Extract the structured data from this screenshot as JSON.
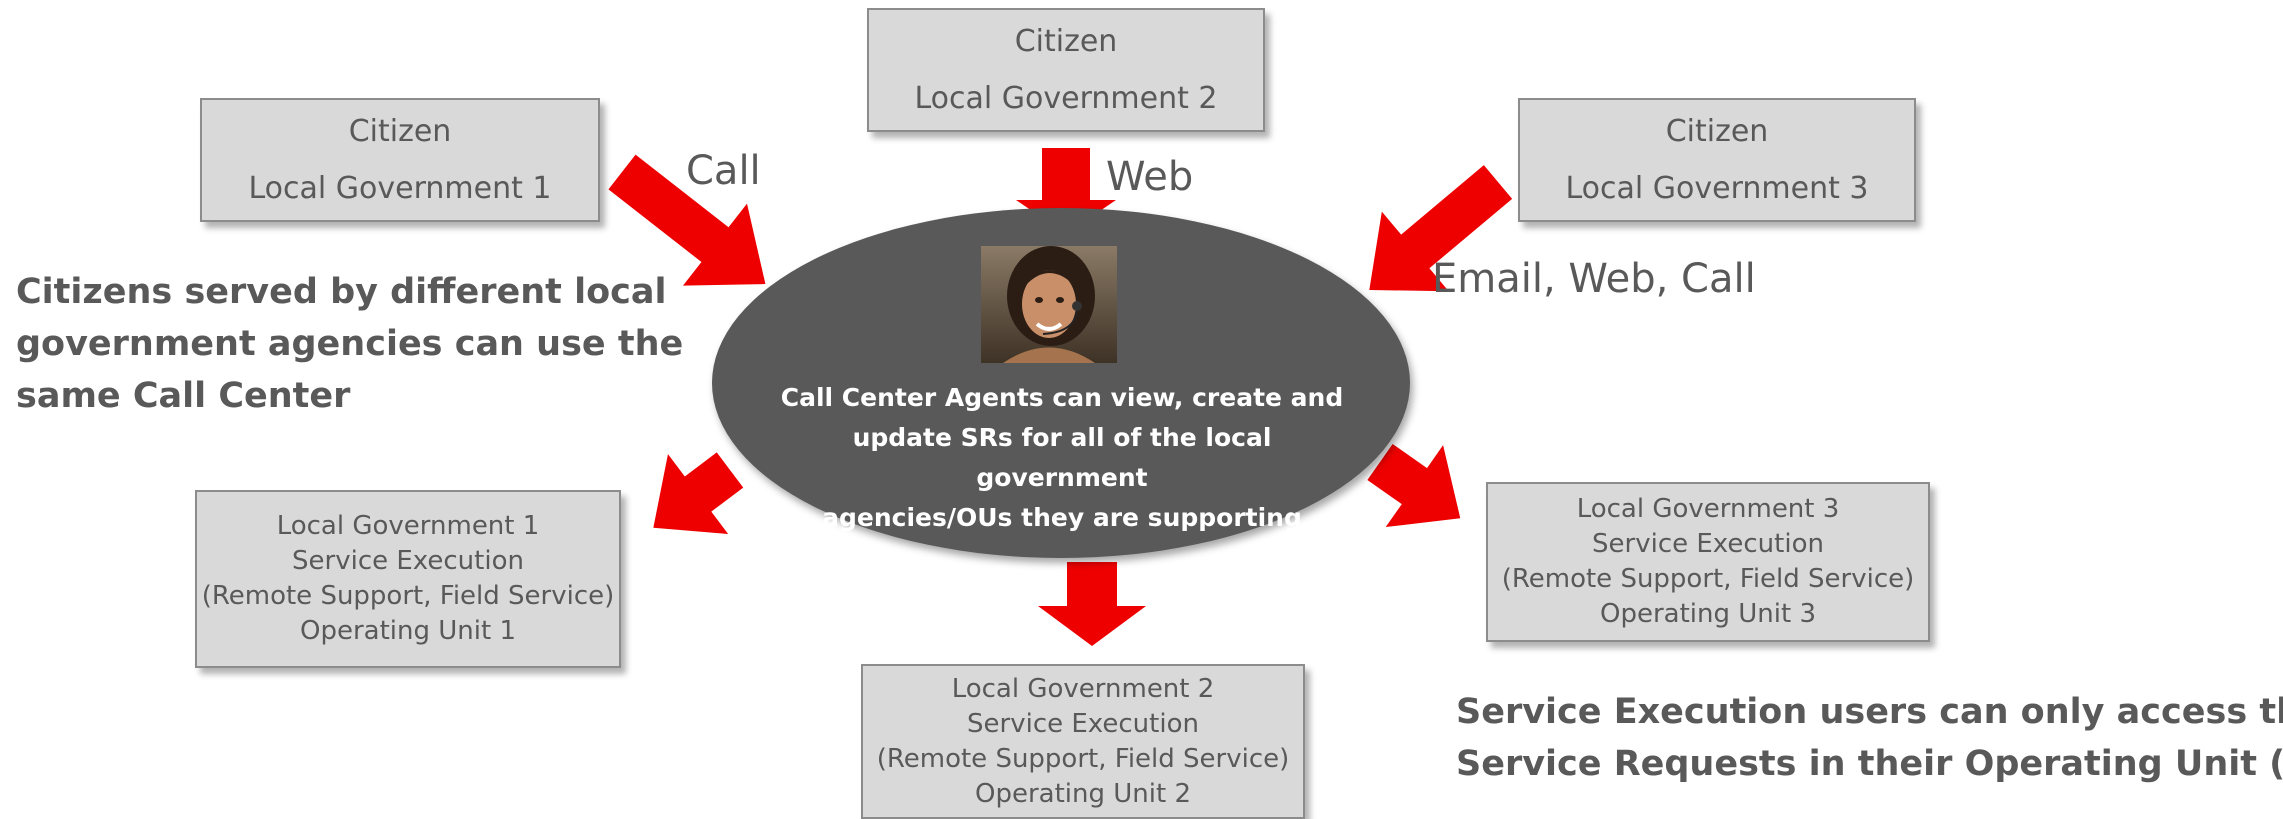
{
  "citizen_boxes": [
    {
      "line1": "Citizen",
      "line2": "Local Government 1"
    },
    {
      "line1": "Citizen",
      "line2": "Local Government 2"
    },
    {
      "line1": "Citizen",
      "line2": "Local Government 3"
    }
  ],
  "channels": {
    "lg1": "Call",
    "lg2": "Web",
    "lg3": "Email, Web, Call"
  },
  "left_note": [
    "Citizens served by different local",
    "government agencies can use the",
    "same Call Center"
  ],
  "call_center": {
    "lines": [
      "Call Center Agents can view, create and",
      "update SRs for all of the local government",
      "agencies/OUs they are supporting"
    ]
  },
  "execution_boxes": [
    {
      "lines": [
        "Local Government 1",
        "Service Execution",
        "(Remote Support, Field Service)",
        "Operating Unit 1"
      ]
    },
    {
      "lines": [
        "Local Government 2",
        "Service Execution",
        "(Remote Support, Field Service)",
        "Operating Unit 2"
      ]
    },
    {
      "lines": [
        "Local Government 3",
        "Service Execution",
        "(Remote Support, Field Service)",
        "Operating Unit 3"
      ]
    }
  ],
  "right_note": [
    "Service Execution users can only access the",
    "Service Requests in their Operating Unit (OU)"
  ],
  "colors": {
    "arrow": "#ee0000",
    "box_fill": "#d9d9d9",
    "ellipse_fill": "#595959",
    "text": "#595959"
  }
}
